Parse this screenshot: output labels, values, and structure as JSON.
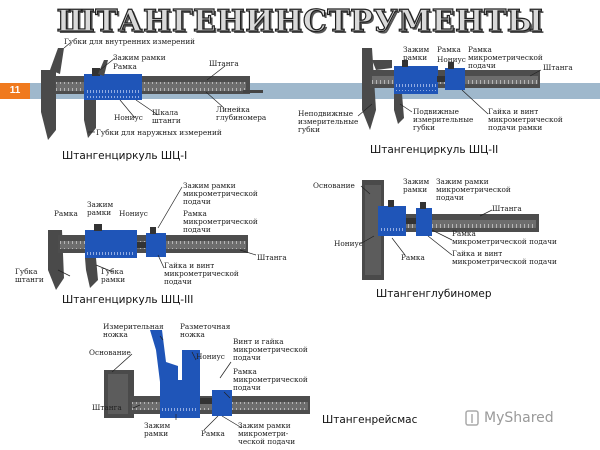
{
  "title": "ШТАНГЕНИНСТРУМЕНТЫ",
  "page_number": "11",
  "watermark": "MyShared",
  "colors": {
    "scale_blue": "#1f55b8",
    "body_gray": "#4a4a4a",
    "band": "#9fb8cc",
    "badge": "#f07a1e"
  },
  "diagrams": {
    "shc1": {
      "caption": "Штангенциркуль ШЦ-I",
      "labels": {
        "inner_jaws": "Губки для внутренних измерений",
        "lock": "Зажим рамки",
        "frame": "Рамка",
        "bar": "Штанга",
        "vernier": "Нониус",
        "scale": "Шкала\nштанги",
        "depth_rule": "Линейка\nглубиномера",
        "outer_jaws": "Губки для наружных измерений"
      }
    },
    "shc2": {
      "caption": "Штангенциркуль ШЦ-II",
      "labels": {
        "lock": "Зажим\nрамки",
        "frame": "Рамка",
        "vernier": "Нониус",
        "micro_frame": "Рамка\nмикрометрической\nподачи",
        "bar": "Штанга",
        "fixed_jaws": "Неподвижные\nизмерительные\nгубки",
        "movable_jaws": "Подвижные\nизмерительные\nгубки",
        "nut_screw": "Гайка и винт\nмикрометрической\nподачи рамки"
      }
    },
    "shc3": {
      "caption": "Штангенциркуль ШЦ-III",
      "labels": {
        "lock_micro": "Зажим рамки\nмикрометрической\nподачи",
        "frame": "Рамка",
        "lock": "Зажим\nрамки",
        "vernier": "Нониус",
        "micro_frame": "Рамка\nмикрометрической\nподачи",
        "bar_jaw": "Губка\nштанги",
        "frame_jaw": "Губка\nрамки",
        "nut_screw": "Гайка и винт\nмикрометрической\nподачи",
        "bar": "Штанга"
      }
    },
    "depth": {
      "caption": "Штангенглубиномер",
      "labels": {
        "base": "Основание",
        "lock": "Зажим\nрамки",
        "lock_micro": "Зажим рамки\nмикрометрической\nподачи",
        "bar": "Штанга",
        "vernier": "Нониус",
        "micro_frame": "Рамка\nмикрометрической подачи",
        "frame": "Рамка",
        "nut_screw": "Гайка и винт\nмикрометрической подачи"
      }
    },
    "height": {
      "caption": "Штангенрейсмас",
      "labels": {
        "meas_leg": "Измерительная\nножка",
        "mark_leg": "Разметочная\nножка",
        "base": "Основание",
        "vernier": "Нониус",
        "screw_nut": "Винт и гайка\nмикрометрической\nподачи",
        "micro_frame": "Рамка\nмикрометрической\nподачи",
        "bar": "Штанга",
        "lock": "Зажим\nрамки",
        "frame": "Рамка",
        "lock_micro": "Зажим рамки\nмикрометри-\nческой подачи"
      }
    }
  }
}
